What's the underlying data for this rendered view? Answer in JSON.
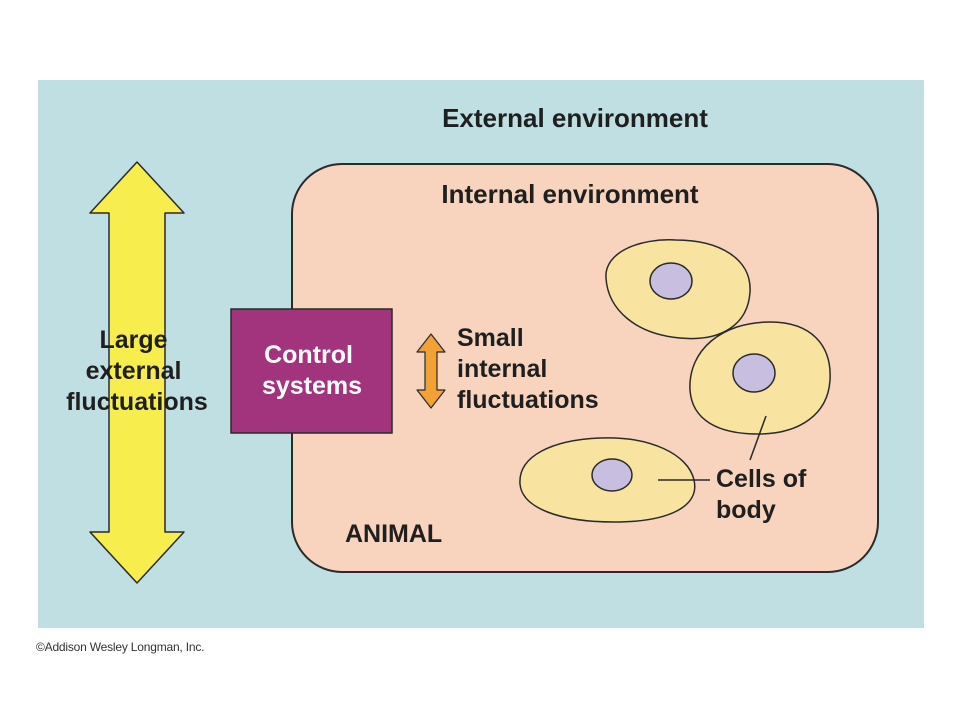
{
  "labels": {
    "external_environment": "External environment",
    "internal_environment": "Internal environment",
    "large_external_fluctuations": [
      "Large",
      "external",
      "fluctuations"
    ],
    "control_systems": [
      "Control",
      "systems"
    ],
    "small_internal_fluctuations": [
      "Small",
      "internal",
      "fluctuations"
    ],
    "cells_of_body": [
      "Cells of",
      "body"
    ],
    "animal": "ANIMAL"
  },
  "copyright": "©Addison Wesley Longman, Inc.",
  "colors": {
    "external_bg": "#bfdfe3",
    "internal_bg": "#f8d3be",
    "internal_border": "#2a2a2a",
    "large_arrow": "#f7ee4e",
    "control_box": "#a2347e",
    "small_arrow": "#f2a137",
    "cell_fill": "#f9e3a1",
    "nucleus_fill": "#c8bfe0"
  }
}
